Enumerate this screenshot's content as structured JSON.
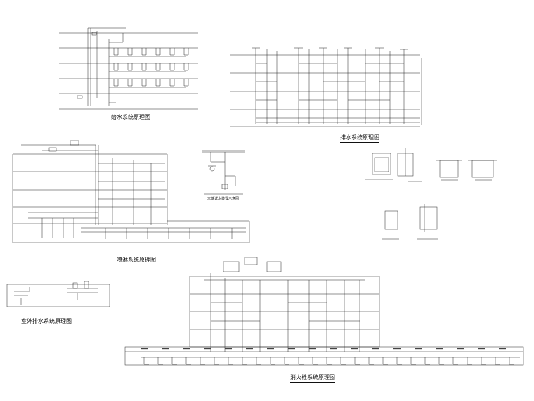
{
  "drawing": {
    "colors": {
      "line": "#222222",
      "faint": "#777777",
      "paper": "#ffffff"
    }
  },
  "diagrams": {
    "water_supply": {
      "title": "给水系统原理图"
    },
    "drainage": {
      "title": "排水系统原理图"
    },
    "sprinkler": {
      "title": "喷淋系统原理图"
    },
    "yard_drainage": {
      "title": "室外排水系统原理图"
    },
    "hydrant": {
      "title": "消火栓系统原理图"
    },
    "test_valve": {
      "title": "末端试水装置示意图"
    }
  }
}
